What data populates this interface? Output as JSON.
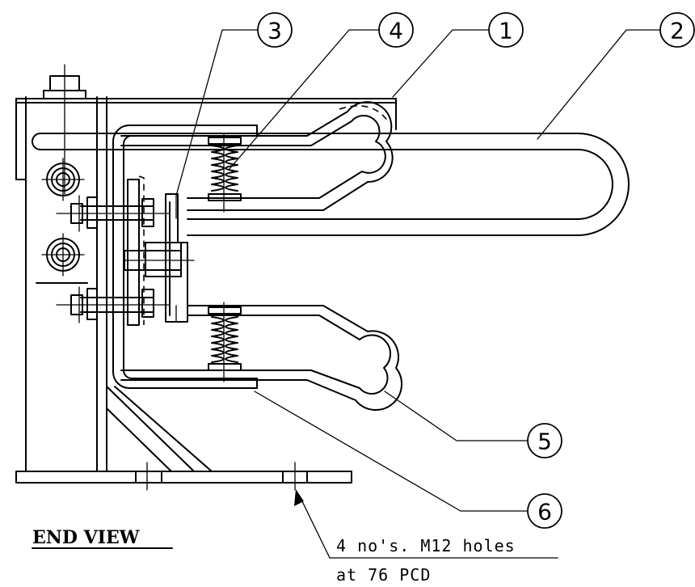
{
  "view_title": "END VIEW",
  "callouts": {
    "c1": "1",
    "c2": "2",
    "c3": "3",
    "c4": "4",
    "c5": "5",
    "c6": "6"
  },
  "note": {
    "line1": "4 no's. M12 holes",
    "line2": "at 76 PCD"
  }
}
